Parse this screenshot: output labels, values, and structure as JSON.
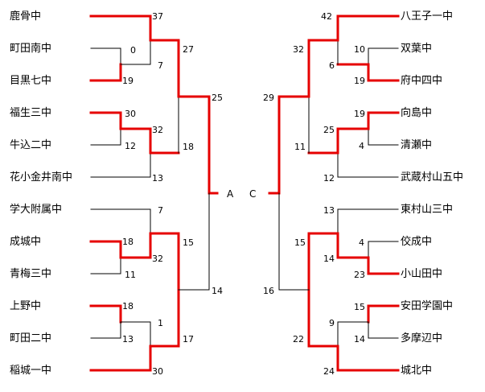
{
  "colors": {
    "win": "#e60000",
    "lose": "#000000",
    "background": "#ffffff"
  },
  "bracket": {
    "left_teams": [
      "鹿骨中",
      "町田南中",
      "目黒七中",
      "福生三中",
      "牛込二中",
      "花小金井南中",
      "学大附属中",
      "成城中",
      "青梅三中",
      "上野中",
      "町田二中",
      "稲城一中"
    ],
    "right_teams": [
      "八王子一中",
      "双葉中",
      "府中四中",
      "向島中",
      "清瀬中",
      "武蔵村山五中",
      "東村山三中",
      "佼成中",
      "小山田中",
      "安田学園中",
      "多摩辺中",
      "城北中"
    ],
    "scores": {
      "L_a1": "0",
      "L_a2": "19",
      "L_a3": "37",
      "L_a4": "7",
      "L_a5": "30",
      "L_a6": "12",
      "L_a7": "32",
      "L_a8": "13",
      "L_a9": "27",
      "L_a10": "18",
      "L_b1": "18",
      "L_b2": "11",
      "L_b3": "7",
      "L_b4": "32",
      "L_b5": "18",
      "L_b6": "13",
      "L_b7": "1",
      "L_b8": "30",
      "L_b9": "15",
      "L_b10": "17",
      "L_f1": "25",
      "L_f2": "14",
      "R_a1": "10",
      "R_a2": "19",
      "R_a3": "42",
      "R_a4": "6",
      "R_a5": "19",
      "R_a6": "4",
      "R_a7": "25",
      "R_a8": "12",
      "R_a9": "32",
      "R_a10": "11",
      "R_b1": "4",
      "R_b2": "23",
      "R_b3": "13",
      "R_b4": "14",
      "R_b5": "15",
      "R_b6": "14",
      "R_b7": "9",
      "R_b8": "24",
      "R_b9": "15",
      "R_b10": "22",
      "R_f1": "29",
      "R_f2": "16"
    },
    "center_left": "A",
    "center_right": "C"
  }
}
